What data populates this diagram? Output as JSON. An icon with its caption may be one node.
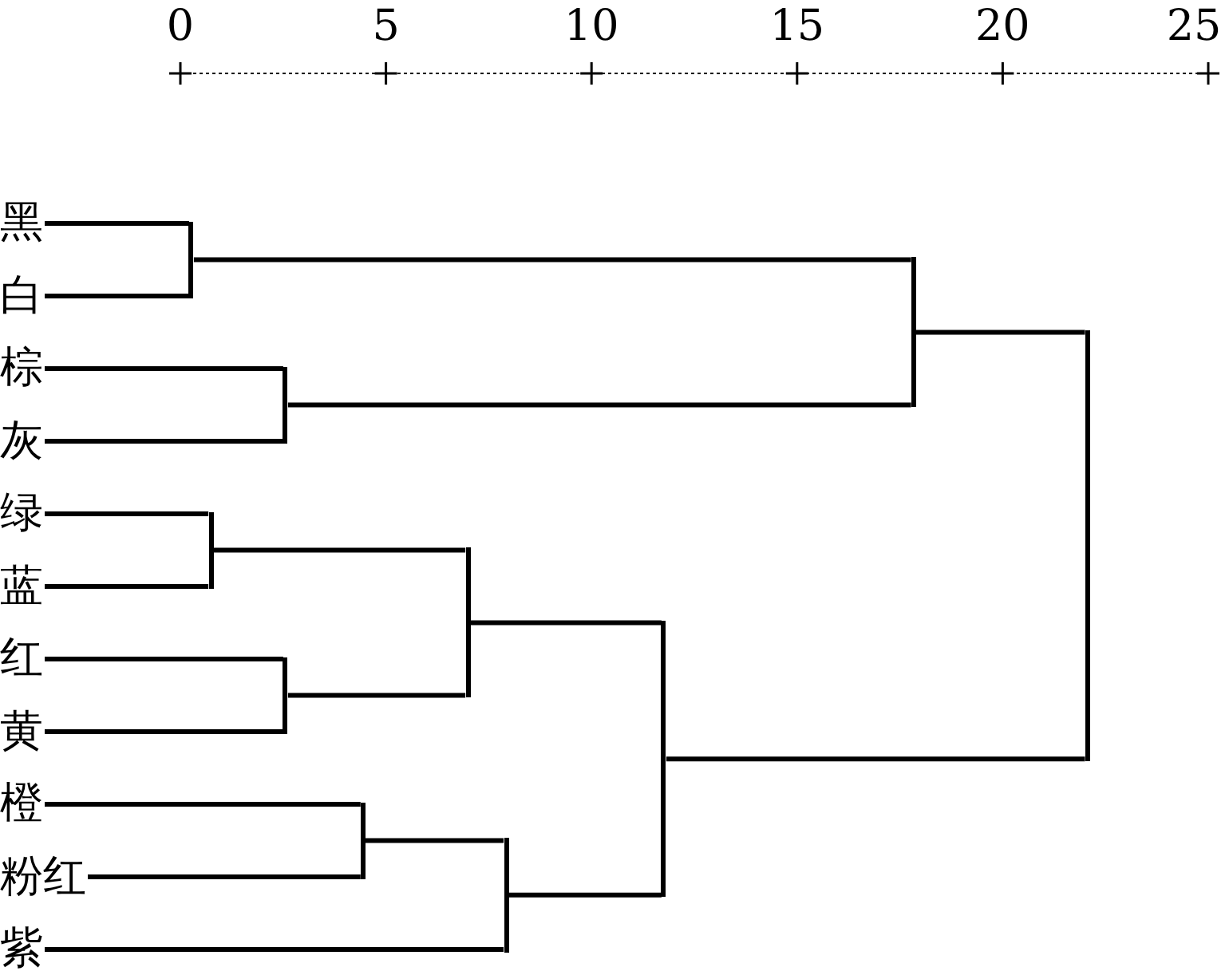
{
  "diagram": {
    "nodes": [
      {
        "text": [
          "黑"
        ]
      },
      {
        "text": [
          "白"
        ]
      },
      {
        "text": [
          "棕"
        ]
      },
      {
        "text": [
          "灰"
        ]
      },
      {
        "text": [
          "绿"
        ]
      },
      {
        "text": [
          "蓝"
        ]
      },
      {
        "text": [
          "红"
        ]
      },
      {
        "text": [
          "黄"
        ]
      },
      {
        "text": [
          "橙"
        ]
      },
      {
        "text": [
          "粉红"
        ]
      },
      {
        "text": [
          "紫"
        ]
      },
      {
        "text": [],
        "shape": "bar"
      },
      {
        "text": [],
        "shape": "bar"
      },
      {
        "text": [],
        "shape": "bar"
      },
      {
        "text": [],
        "shape": "bar"
      },
      {
        "text": [],
        "shape": "bar"
      },
      {
        "text": [],
        "shape": "bar"
      },
      {
        "text": [],
        "shape": "bar"
      },
      {
        "text": [],
        "shape": "bar"
      },
      {
        "text": [],
        "shape": "bar"
      },
      {
        "text": [],
        "shape": "bar"
      }
    ],
    "edges": [
      {
        "from": 0,
        "to": 11,
        "arrow": "none"
      },
      {
        "from": 1,
        "to": 11,
        "arrow": "none"
      },
      {
        "from": 4,
        "to": 12,
        "arrow": "none"
      },
      {
        "from": 5,
        "to": 12,
        "arrow": "none"
      },
      {
        "from": 2,
        "to": 13,
        "arrow": "none"
      },
      {
        "from": 3,
        "to": 13,
        "arrow": "none"
      },
      {
        "from": 6,
        "to": 14,
        "arrow": "none"
      },
      {
        "from": 7,
        "to": 14,
        "arrow": "none"
      },
      {
        "from": 8,
        "to": 15,
        "arrow": "none"
      },
      {
        "from": 9,
        "to": 15,
        "arrow": "none"
      },
      {
        "from": 12,
        "to": 16,
        "arrow": "none"
      },
      {
        "from": 14,
        "to": 16,
        "arrow": "none"
      },
      {
        "from": 15,
        "to": 17,
        "arrow": "none"
      },
      {
        "from": 10,
        "to": 17,
        "arrow": "none"
      },
      {
        "from": 16,
        "to": 18,
        "arrow": "none"
      },
      {
        "from": 17,
        "to": 18,
        "arrow": "none"
      },
      {
        "from": 11,
        "to": 19,
        "arrow": "none"
      },
      {
        "from": 13,
        "to": 19,
        "arrow": "none"
      },
      {
        "from": 19,
        "to": 20,
        "arrow": "none"
      },
      {
        "from": 18,
        "to": 20,
        "arrow": "none"
      }
    ],
    "labels": [
      "0",
      "5",
      "10",
      "15",
      "20",
      "25"
    ]
  }
}
